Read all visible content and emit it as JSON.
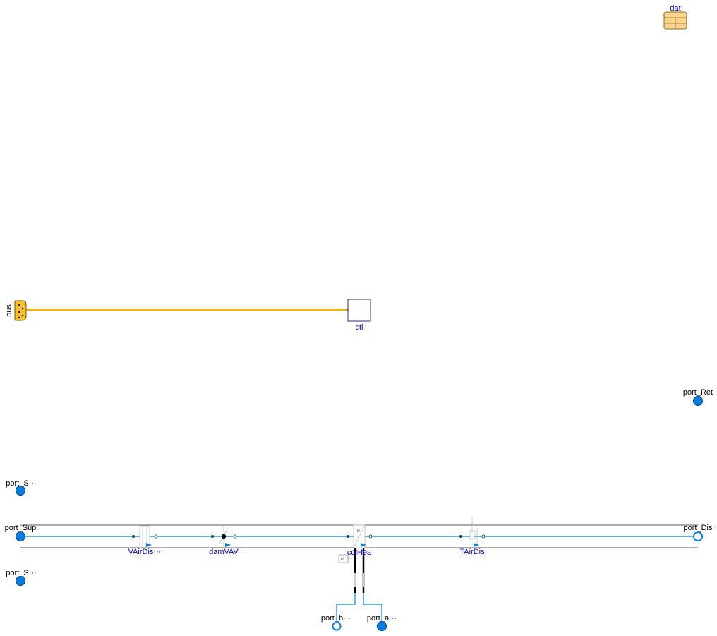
{
  "diagram": {
    "labels": {
      "dat": "dat",
      "bus": "bus",
      "ctl": "ctl",
      "port_ret": "port_Ret",
      "port_s_top": "port_S···",
      "port_sup": "port_Sup",
      "port_s_bottom": "port_S···",
      "port_dis": "port_Dis",
      "vairdis": "VAirDis···",
      "damvav": "damVAV",
      "coihea": "coiHea",
      "tairdis": "TAirDis",
      "port_b": "port_b···",
      "port_a": "port_a···",
      "coil_b": "B",
      "coil_m": "M"
    },
    "colors": {
      "fluid": "#0a7ee0",
      "fluid_port": "#0a7ee0",
      "bus": "#f7b500",
      "bus_fill": "#f7c030",
      "record_fill": "#fbd38d",
      "record_stroke": "#8a6d1b",
      "label_blue": "#0000cc",
      "block_border": "#2b2b8c"
    },
    "icons": {
      "record": "record-icon",
      "bus": "bus-connector-icon",
      "fluid_port": "fluid-port-icon"
    }
  }
}
